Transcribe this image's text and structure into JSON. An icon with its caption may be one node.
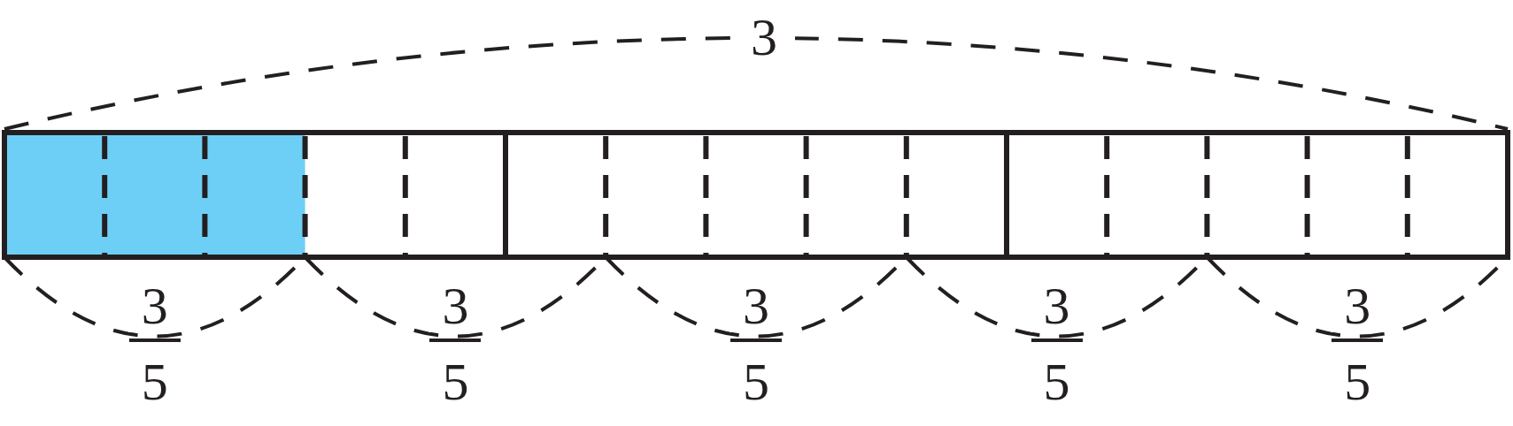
{
  "diagram": {
    "labels": [
      "3",
      "3",
      "5",
      "3",
      "5",
      "3",
      "5",
      "3",
      "5",
      "3",
      "5"
    ]
  }
}
